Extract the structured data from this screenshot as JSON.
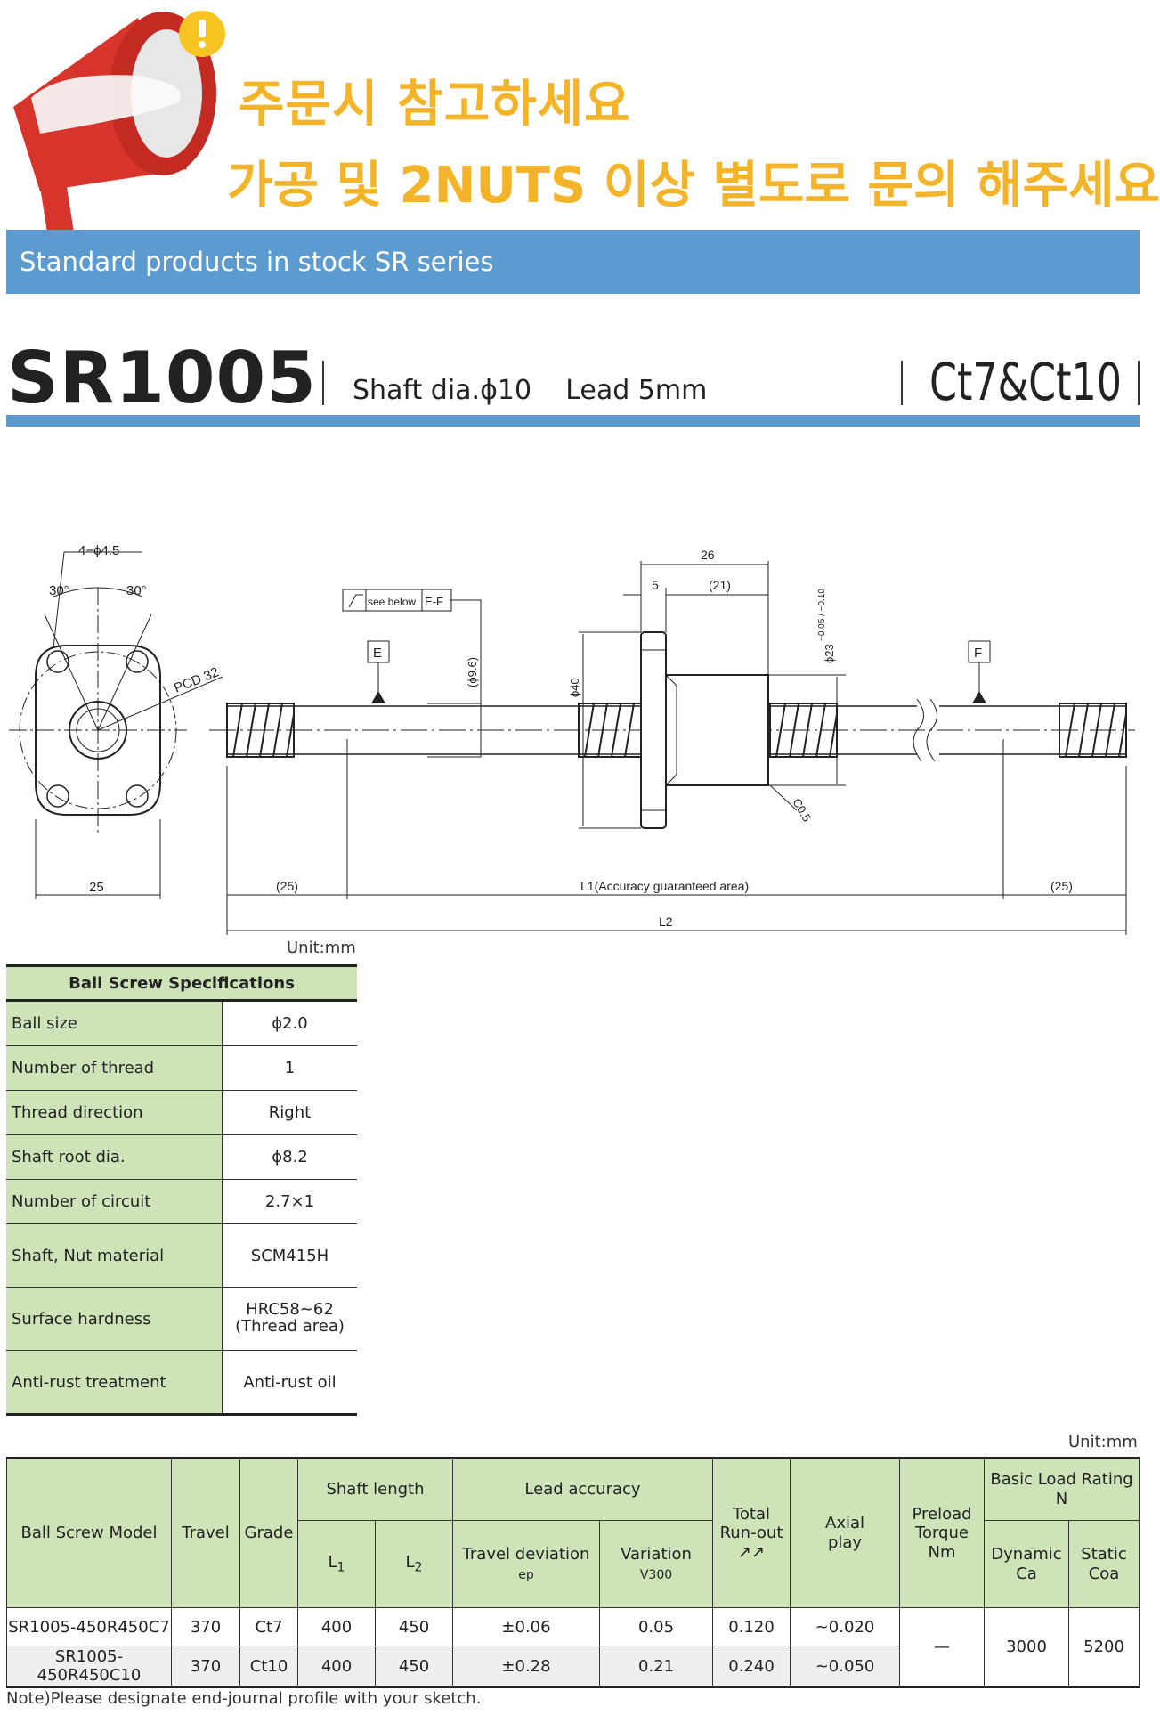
{
  "banner": {
    "line1": "주문시 참고하세요",
    "line2": "가공 및 2NUTS 이상 별도로 문의 해주세요"
  },
  "series": "Standard products in stock SR series",
  "title": {
    "model": "SR1005",
    "shaft": "Shaft dia.ϕ10",
    "lead": "Lead 5mm",
    "grades": "Ct7&Ct10"
  },
  "drawing": {
    "holes": "4−ϕ4.5",
    "angle_left": "30°",
    "angle_right": "30°",
    "pcd": "PCD 32",
    "width": "25",
    "tol_text": "see below",
    "tol_ref": "E-F",
    "datum_e": "E",
    "datum_f": "F",
    "dia_96": "(ϕ9.6)",
    "dia_40": "ϕ40",
    "dia_23": "ϕ23",
    "dia_23_tol": "−0.05 / −0.10",
    "nut_len": "26",
    "flange": "5",
    "body": "(21)",
    "chamfer": "C0.5",
    "end_left": "(25)",
    "end_right": "(25)",
    "l1": "L1(Accuracy guaranteed area)",
    "l2": "L2"
  },
  "spec": {
    "unit": "Unit:mm",
    "header": "Ball Screw Specifications",
    "rows": [
      {
        "label": "Ball size",
        "value": "ϕ2.0"
      },
      {
        "label": "Number of thread",
        "value": "1"
      },
      {
        "label": "Thread direction",
        "value": "Right"
      },
      {
        "label": "Shaft root dia.",
        "value": "ϕ8.2"
      },
      {
        "label": "Number of circuit",
        "value": "2.7×1"
      },
      {
        "label": "Shaft, Nut material",
        "value": "SCM415H"
      },
      {
        "label": "Surface hardness",
        "value": "HRC58~62",
        "value2": "(Thread area)"
      },
      {
        "label": "Anti-rust treatment",
        "value": "Anti-rust oil"
      }
    ]
  },
  "main": {
    "unit": "Unit:mm",
    "headers": {
      "model": "Ball Screw Model",
      "travel": "Travel",
      "grade": "Grade",
      "shaft_length": "Shaft length",
      "l1": "L",
      "l1_sub": "1",
      "l2": "L",
      "l2_sub": "2",
      "lead_accuracy": "Lead accuracy",
      "travel_dev": "Travel deviation",
      "travel_dev_sub": "ep",
      "variation": "Variation",
      "variation_sub": "V300",
      "runout1": "Total",
      "runout2": "Run-out",
      "axial1": "Axial",
      "axial2": "play",
      "preload1": "Preload",
      "preload2": "Torque",
      "preload3": "Nm",
      "load": "Basic Load Rating",
      "load_unit": "N",
      "dynamic": "Dynamic",
      "dynamic_sub": "Ca",
      "static": "Static",
      "static_sub": "Coa"
    },
    "rows": [
      {
        "model": "SR1005-450R450C7",
        "travel": "370",
        "grade": "Ct7",
        "l1": "400",
        "l2": "450",
        "ep": "±0.06",
        "v300": "0.05",
        "runout": "0.120",
        "axial": "~0.020"
      },
      {
        "model": "SR1005-450R450C10",
        "travel": "370",
        "grade": "Ct10",
        "l1": "400",
        "l2": "450",
        "ep": "±0.28",
        "v300": "0.21",
        "runout": "0.240",
        "axial": "~0.050"
      }
    ],
    "preload": "—",
    "dynamic": "3000",
    "static": "5200"
  },
  "note": "Note)Please designate end-journal profile with your sketch."
}
